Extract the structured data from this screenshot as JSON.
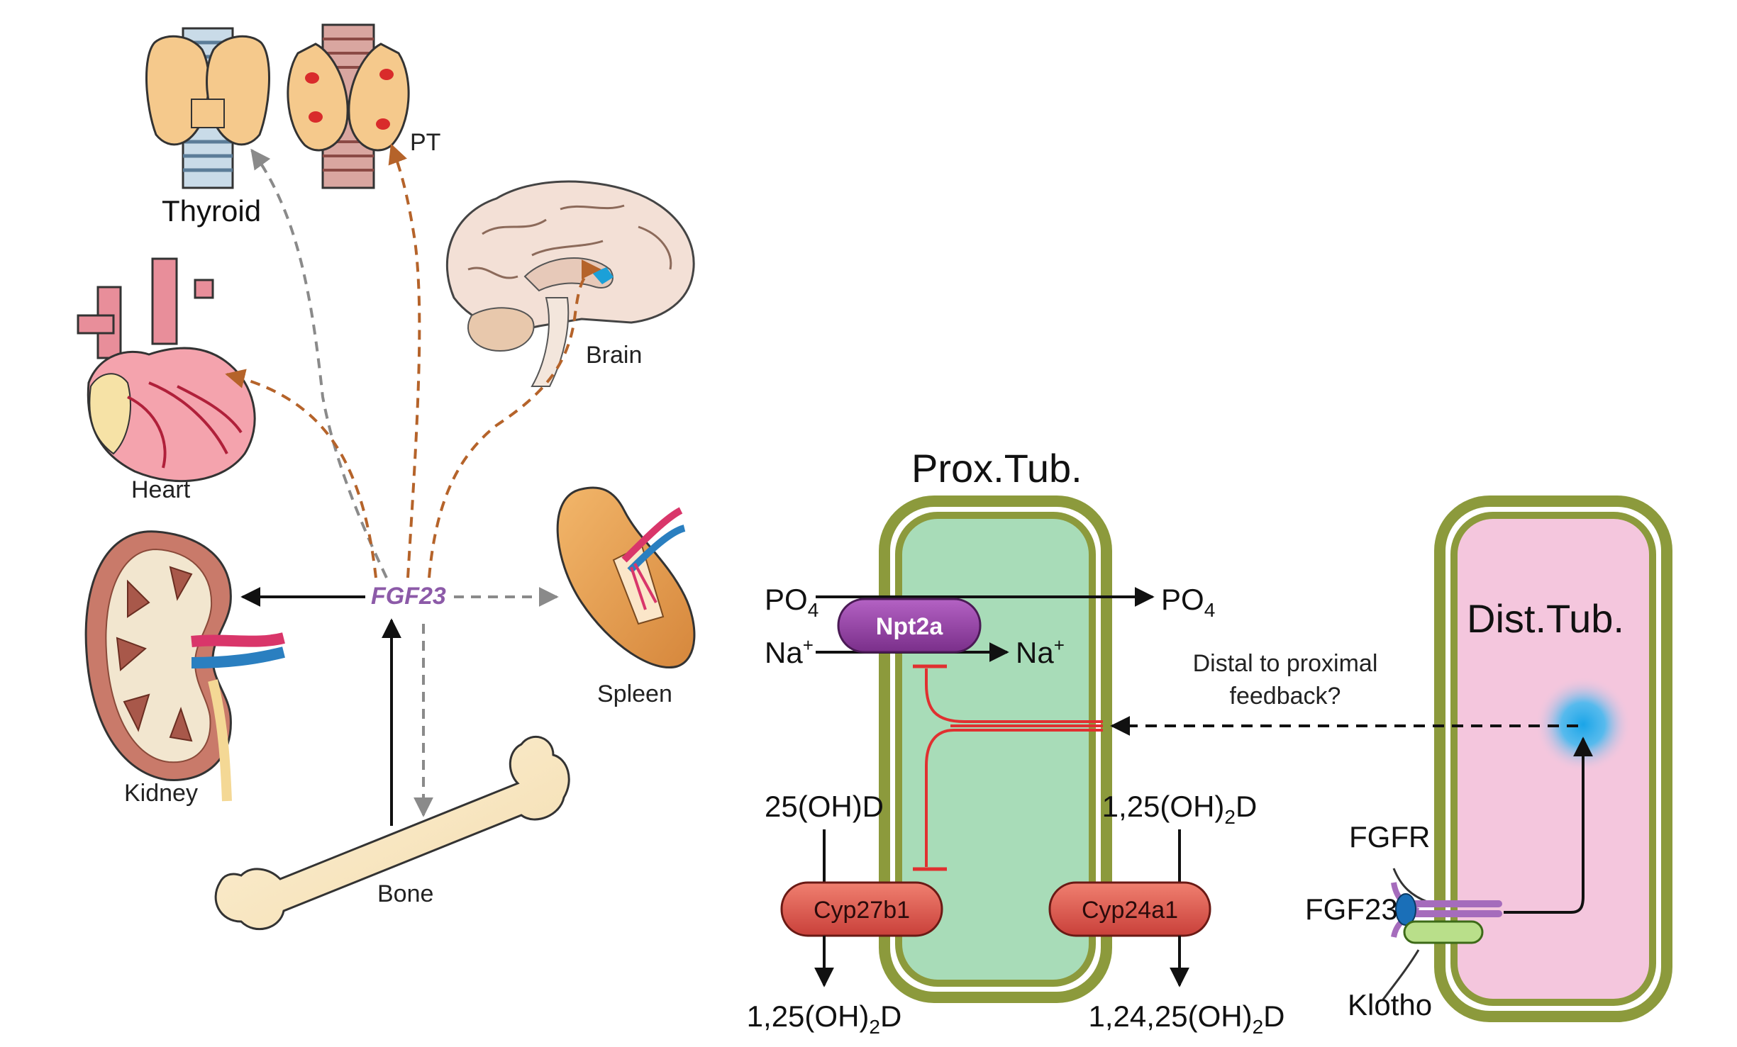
{
  "organ_diagram": {
    "labels": {
      "thyroid": "Thyroid",
      "pt": "PT",
      "brain": "Brain",
      "heart": "Heart",
      "kidney": "Kidney",
      "spleen": "Spleen",
      "bone": "Bone",
      "fgf23": "FGF23"
    }
  },
  "tubule_diagram": {
    "prox_title": "Prox.Tub.",
    "dist_title": "Dist.Tub.",
    "po4_in": "PO",
    "po4_out": "PO",
    "po4_sub": "4",
    "na_in": "Na",
    "na_out": "Na",
    "na_sup": "+",
    "npt2a": "Npt2a",
    "feedback_line1": "Distal to proximal",
    "feedback_line2": "feedback?",
    "substrate_left": "25(OH)D",
    "cyp27b1": "Cyp27b1",
    "cyp24a1": "Cyp24a1",
    "substrate_right_pre": "1,25(OH)",
    "substrate_right_sub": "2",
    "substrate_right_post": "D",
    "product_left_pre": "1,25(OH)",
    "product_left_sub": "2",
    "product_left_post": "D",
    "product_right_pre": "1,24,25(OH)",
    "product_right_sub": "2",
    "product_right_post": "D",
    "fgfr": "FGFR",
    "fgf23": "FGF23",
    "klotho": "Klotho"
  },
  "colors": {
    "dashed_orange": "#b5632a",
    "dashed_gray": "#8a8a8a",
    "prox_fill": "#a8dcb8",
    "dist_fill": "#f4c6dd",
    "membrane": "#8c9a3c",
    "npt2a": "#8c3f9a",
    "cyp": "#e0524a",
    "inhibit": "#e03030"
  }
}
